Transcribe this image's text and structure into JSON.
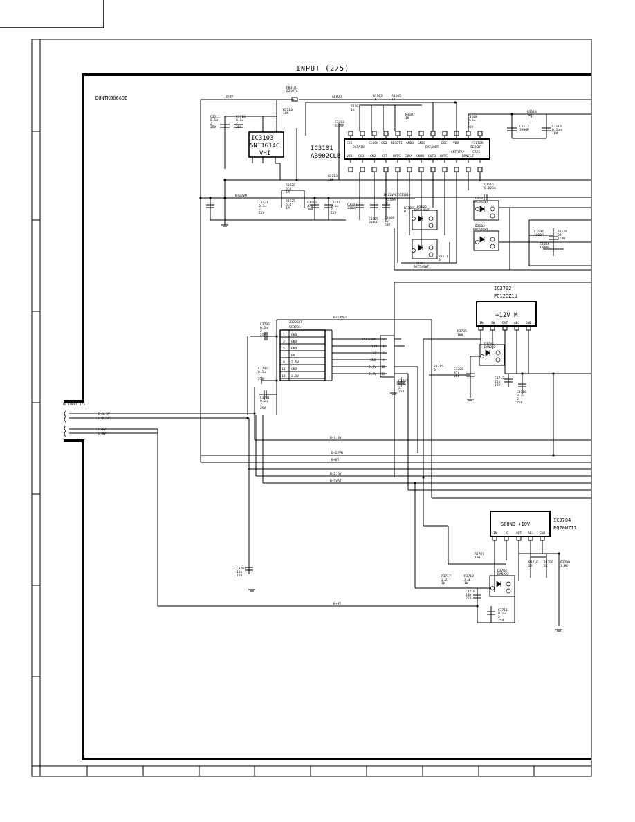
{
  "page": {
    "title": "INPUT (2/5)",
    "unit": "DUNTKB066DE"
  },
  "ics": {
    "ic3103": {
      "ref": "IC3103",
      "part": "SNT1G14C",
      "sub": "VHI"
    },
    "ic3101": {
      "ref": "IC3101",
      "part": "AB902CLB",
      "top_pins": [
        "CO1",
        "DATAIN",
        "CLOCK",
        "CS2",
        "RESET2",
        "GNDD",
        "GNDE",
        "DATAOUT",
        "OSC",
        "VDD",
        "FILTER",
        "SEDGHT"
      ],
      "bottom_pins": [
        "VBB",
        "CO3",
        "CN2",
        "CST",
        "OUTS",
        "GNDA",
        "GNDB",
        "OUTB",
        "OUTC",
        "CNTRTAP",
        "CRES",
        "BRNCLZ"
      ]
    },
    "ic3702": {
      "ref": "IC3702",
      "part": "PQ12DZ1U",
      "body": "+12V M",
      "pins": [
        "IN",
        "SW",
        "OUT",
        "ADJ",
        "GND"
      ]
    },
    "ic3704": {
      "ref": "IC3704",
      "part": "PQ20WZ11",
      "body": "SOUND +10V",
      "pins": [
        "IN",
        "C",
        "OUT",
        "ADJ",
        "GND"
      ]
    }
  },
  "connector": {
    "ref": "SC3701",
    "part": "Z1336CF",
    "rows": [
      {
        "pin": "1",
        "name": "GND"
      },
      {
        "pin": "3",
        "name": "GND"
      },
      {
        "pin": "5",
        "name": "GND"
      },
      {
        "pin": "7",
        "name": "6V"
      },
      {
        "pin": "9",
        "name": "2.5V"
      },
      {
        "pin": "11",
        "name": "GND"
      },
      {
        "pin": "13",
        "name": "3.3V"
      }
    ],
    "right_rows": [
      {
        "pin": "2",
        "name": "PFC-COM"
      },
      {
        "pin": "4",
        "name": "13V"
      },
      {
        "pin": "6",
        "name": "6V"
      },
      {
        "pin": "8",
        "name": "GND"
      },
      {
        "pin": "10",
        "name": "2.0V"
      },
      {
        "pin": "12",
        "name": "2.3V"
      }
    ]
  },
  "rails": {
    "b8v": "B+8V",
    "b12vm": "B+12VM",
    "b12vat": "B+13VAT",
    "b12vm_ic": "B+12VM(IC3101)",
    "b33v": "B+3.3V",
    "b6v": "B+6V",
    "b25v": "B+2.5V",
    "b5vat": "B+5VAT",
    "b9v": "B+9V",
    "alvdd": "ALVDD"
  },
  "to_input": {
    "label": "TO INPUT 1/5",
    "lines": [
      "B+3.3V",
      "B+2.5V",
      "B+6V",
      "B+9V"
    ]
  },
  "diodes": {
    "d3101": {
      "ref": "D3101",
      "part": "BAT54SWT"
    },
    "d3102": {
      "ref": "D3102",
      "part": "BAT54SWT"
    },
    "d3103": {
      "ref": "D3103",
      "part": "BAT54SWT"
    },
    "d3105": {
      "ref": "D3105",
      "part": "BAT54SWT"
    },
    "d3703": {
      "ref": "D3703",
      "part": "DAN222"
    },
    "d3704": {
      "ref": "D3704",
      "part": "DAN222"
    }
  },
  "components": [
    {
      "ref": "FB3101",
      "val": "0Z10TA"
    },
    {
      "ref": "C3111",
      "val": "0.1u 2 25V"
    },
    {
      "ref": "C3110",
      "val": "0.1u 2 25V"
    },
    {
      "ref": "R3110",
      "val": "10K"
    },
    {
      "ref": "R3102",
      "val": "1K"
    },
    {
      "ref": "R3103",
      "val": "1K"
    },
    {
      "ref": "R3105",
      "val": "1K"
    },
    {
      "ref": "R3107",
      "val": "1K"
    },
    {
      "ref": "C3102",
      "val": "3300P"
    },
    {
      "ref": "C3108",
      "val": "0.1u 2 25V"
    },
    {
      "ref": "R3114",
      "val": "3M"
    },
    {
      "ref": "C3112",
      "val": "3900P"
    },
    {
      "ref": "C3113",
      "val": "0.1uu 10V"
    },
    {
      "ref": "R3113",
      "val": "10K"
    },
    {
      "ref": "R3126",
      "val": "5.6 1M"
    },
    {
      "ref": "R3125",
      "val": "5.6 1M"
    },
    {
      "ref": "C3121",
      "val": "0.1u 2 25V"
    },
    {
      "ref": "C3116",
      "val": "47u 10V"
    },
    {
      "ref": "C3117",
      "val": "0.1u 2 25V"
    },
    {
      "ref": "C3103",
      "val": "3300P"
    },
    {
      "ref": "C3105",
      "val": "3300P"
    },
    {
      "ref": "C3109",
      "val": "1u 50V"
    },
    {
      "ref": "R3109",
      "val": "0"
    },
    {
      "ref": "R3108",
      "val": "0"
    },
    {
      "ref": "C3115",
      "val": "0.022u"
    },
    {
      "ref": "R3111",
      "val": "0"
    },
    {
      "ref": "C3107",
      "val": "1000P"
    },
    {
      "ref": "R3128",
      "val": "22 1/4W"
    },
    {
      "ref": "C3104",
      "val": "1000P"
    },
    {
      "ref": "C3706",
      "val": "0.1u 2 25V"
    },
    {
      "ref": "C3702",
      "val": "0.1u 2 25V"
    },
    {
      "ref": "C3701",
      "val": "0.1u 2 25V"
    },
    {
      "ref": "C3707",
      "val": "0.1u 2 25V"
    },
    {
      "ref": "R3705",
      "val": "100"
    },
    {
      "ref": "R3715",
      "val": "0"
    },
    {
      "ref": "C3708",
      "val": "47u 25V"
    },
    {
      "ref": "C3712",
      "val": "22u 16V"
    },
    {
      "ref": "C3716",
      "val": "0.1u 2 25V"
    },
    {
      "ref": "C3703",
      "val": "10u 16V"
    },
    {
      "ref": "R3707",
      "val": "100"
    },
    {
      "ref": "R3717",
      "val": "2.2 1W"
    },
    {
      "ref": "R3718",
      "val": "3.3 1W"
    },
    {
      "ref": "C3710",
      "val": "10u 25V"
    },
    {
      "ref": "C3711",
      "val": "0.1u 2 25V"
    },
    {
      "ref": "R3716",
      "val": "22"
    },
    {
      "ref": "R3708",
      "val": "2K"
    },
    {
      "ref": "R3709",
      "val": "1.8K"
    }
  ]
}
